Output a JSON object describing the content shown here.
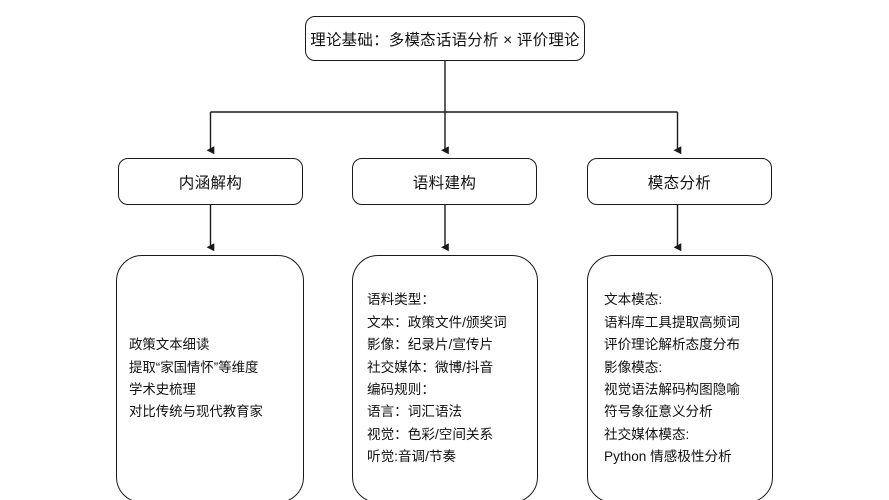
{
  "diagram": {
    "title_node": {
      "label": "理论基础：多模态话语分析 × 评价理论"
    },
    "stages": [
      {
        "label": "内涵解构"
      },
      {
        "label": "语料建构"
      },
      {
        "label": "模态分析"
      }
    ],
    "details": [
      {
        "lines": [
          "政策文本细读",
          "提取“家国情怀”等维度",
          "学术史梳理",
          "对比传统与现代教育家"
        ]
      },
      {
        "lines": [
          "语料类型：",
          "文本：政策文件/颁奖词",
          "影像：纪录片/宣传片",
          "社交媒体：微博/抖音",
          "编码规则：",
          "语言：词汇语法",
          "视觉：色彩/空间关系",
          "听觉:音调/节奏"
        ]
      },
      {
        "lines": [
          "文本模态:",
          "语料库工具提取高频词",
          "评价理论解析态度分布",
          "影像模态:",
          "视觉语法解码构图隐喻",
          "符号象征意义分析",
          "社交媒体模态:",
          "Python 情感极性分析"
        ]
      }
    ],
    "colors": {
      "stroke": "#1a1a1a",
      "text": "#111111",
      "background": "#ffffff"
    }
  }
}
